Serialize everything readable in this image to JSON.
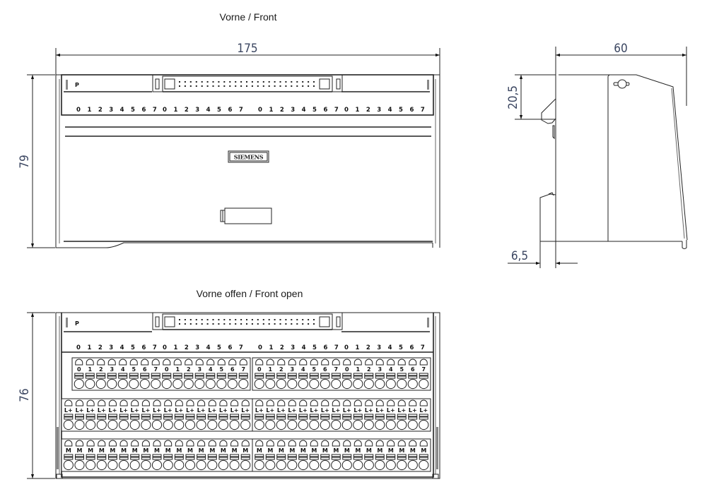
{
  "views": {
    "front": {
      "title": "Vorne / Front"
    },
    "front_open": {
      "title": "Vorne offen / Front open"
    }
  },
  "dimensions": {
    "front_width": "175",
    "front_height": "79",
    "side_depth": "60",
    "side_offset_top": "20,5",
    "side_offset_bottom": "6,5",
    "open_height": "76"
  },
  "panel": {
    "marker_label": "P",
    "brand": "SIEMENS",
    "channel_labels": [
      "0",
      "1",
      "2",
      "3",
      "4",
      "5",
      "6",
      "7",
      "0",
      "1",
      "2",
      "3",
      "4",
      "5",
      "6",
      "7",
      "0",
      "1",
      "2",
      "3",
      "4",
      "5",
      "6",
      "7",
      "0",
      "1",
      "2",
      "3",
      "4",
      "5",
      "6",
      "7"
    ],
    "connector_pins_per_row": 25
  },
  "terminal_blocks": {
    "signal": {
      "left": {
        "labels": [
          "0",
          "1",
          "2",
          "3",
          "4",
          "5",
          "6",
          "7",
          "0",
          "1",
          "2",
          "3",
          "4",
          "5",
          "6",
          "7"
        ]
      },
      "right": {
        "labels": [
          "0",
          "1",
          "2",
          "3",
          "4",
          "5",
          "6",
          "7",
          "0",
          "1",
          "2",
          "3",
          "4",
          "5",
          "6",
          "7"
        ]
      }
    },
    "supply": {
      "left": {
        "label": "L+",
        "count": 17
      },
      "right": {
        "label": "L+",
        "count": 16
      }
    },
    "ground": {
      "left": {
        "label": "M",
        "count": 17
      },
      "right": {
        "label": "M",
        "count": 16
      }
    }
  },
  "colors": {
    "line": "#222222",
    "dimension_text": "#3a4560",
    "background": "#ffffff"
  }
}
